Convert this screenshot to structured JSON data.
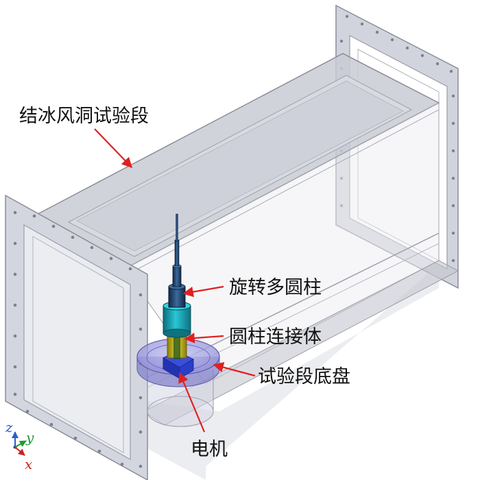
{
  "labels": {
    "tunnel_section": "结冰风洞试验段",
    "rotating_cylinder": "旋转多圆柱",
    "cylinder_connector": "圆柱连接体",
    "base_plate": "试验段底盘",
    "motor": "电机"
  },
  "axes": {
    "z": "z",
    "y": "y",
    "x": "x"
  },
  "colors": {
    "frame": "#d4d6df",
    "frame_edge": "#8a8c98",
    "panel": "#c9cbd4",
    "leader": "#e02020",
    "cyl_dark": "#1f3f66",
    "cyl_cyan": "#1ba5b5",
    "cyl_yellow": "#c8b414",
    "base": "#8e8cd8",
    "motor": "#2a3ec8",
    "axis_z": "#2b5cc8",
    "axis_y": "#1f9a30",
    "axis_x": "#d02020"
  }
}
